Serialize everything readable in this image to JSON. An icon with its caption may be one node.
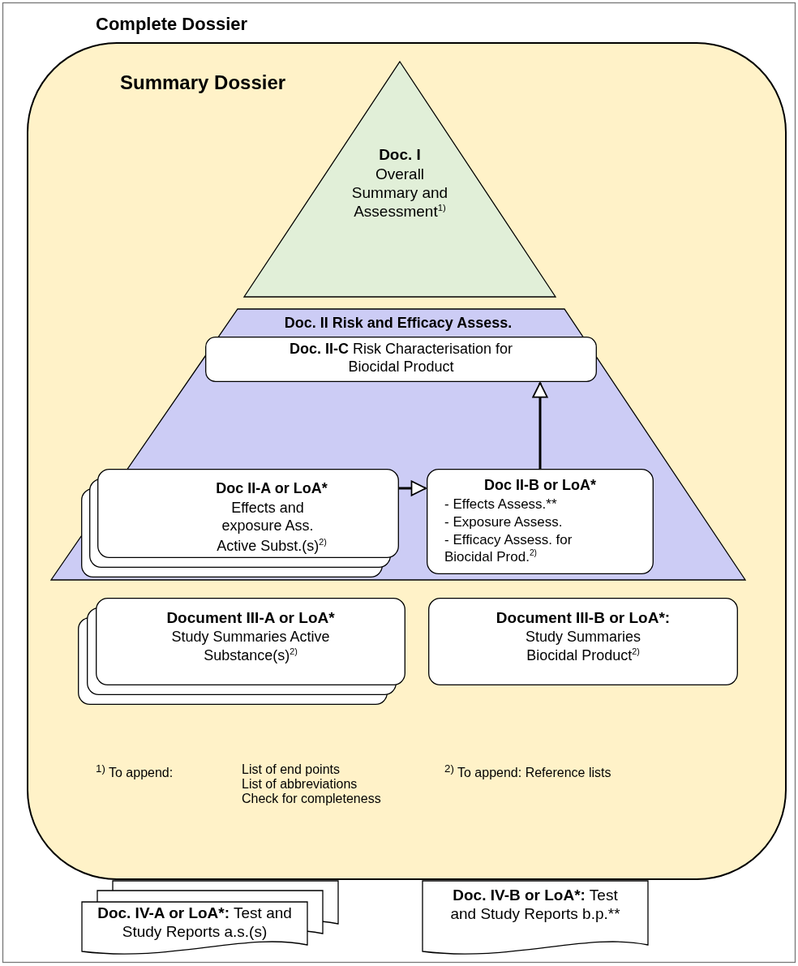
{
  "diagram": {
    "nodes": [
      {
        "text": [
          "Complete Dossier"
        ]
      },
      {
        "text": [
          "Summary Dossier"
        ],
        "in": 0
      },
      {
        "text": [
          "Doc. I",
          "Overall Summary and Assessment$^{1)}$"
        ],
        "in": 1
      },
      {
        "text": [
          "Doc. II Risk and Efficacy Assess."
        ],
        "in": 1
      },
      {
        "text": [
          "**Doc. II-C** Risk Characterisation for Biocidal Product"
        ],
        "in": 3
      },
      {
        "text": [
          "Doc II-A or LoA*",
          "Effects and exposure Ass.",
          "Active Subst.(s)$^{2)}$"
        ],
        "in": 3
      },
      {
        "text": [
          "Doc II-B or LoA*",
          "- Effects Assess.**",
          "- Exposure Assess.",
          "- Efficacy Assess. for Biocidal Prod.$^{2)}$"
        ],
        "in": 3
      },
      {
        "text": [
          "Document III-A or LoA*",
          "Study Summaries Active Substance(s)$^{2)}$"
        ],
        "in": 1
      },
      {
        "text": [
          "Document III-B or LoA*:",
          "Study Summaries Biocidal Product$^{2)}$"
        ],
        "in": 1
      },
      {
        "text": [
          "**Doc. IV-A or LoA*:** Test and Study Reports a.s.(s)"
        ],
        "in": 0
      },
      {
        "text": [
          "**Doc. IV-B or LoA*:** Test and Study Reports b.p.**"
        ],
        "in": 0
      }
    ],
    "edges": [
      {
        "from": 5,
        "to": 6,
        "arrow": "to"
      },
      {
        "from": 6,
        "to": 4,
        "arrow": "to"
      }
    ],
    "labels": [
      "$^{1)}$ To append:",
      "List of end points",
      "List of abbreviations",
      "Check for completeness",
      "$^{2)}$ To append: Reference lists"
    ]
  }
}
